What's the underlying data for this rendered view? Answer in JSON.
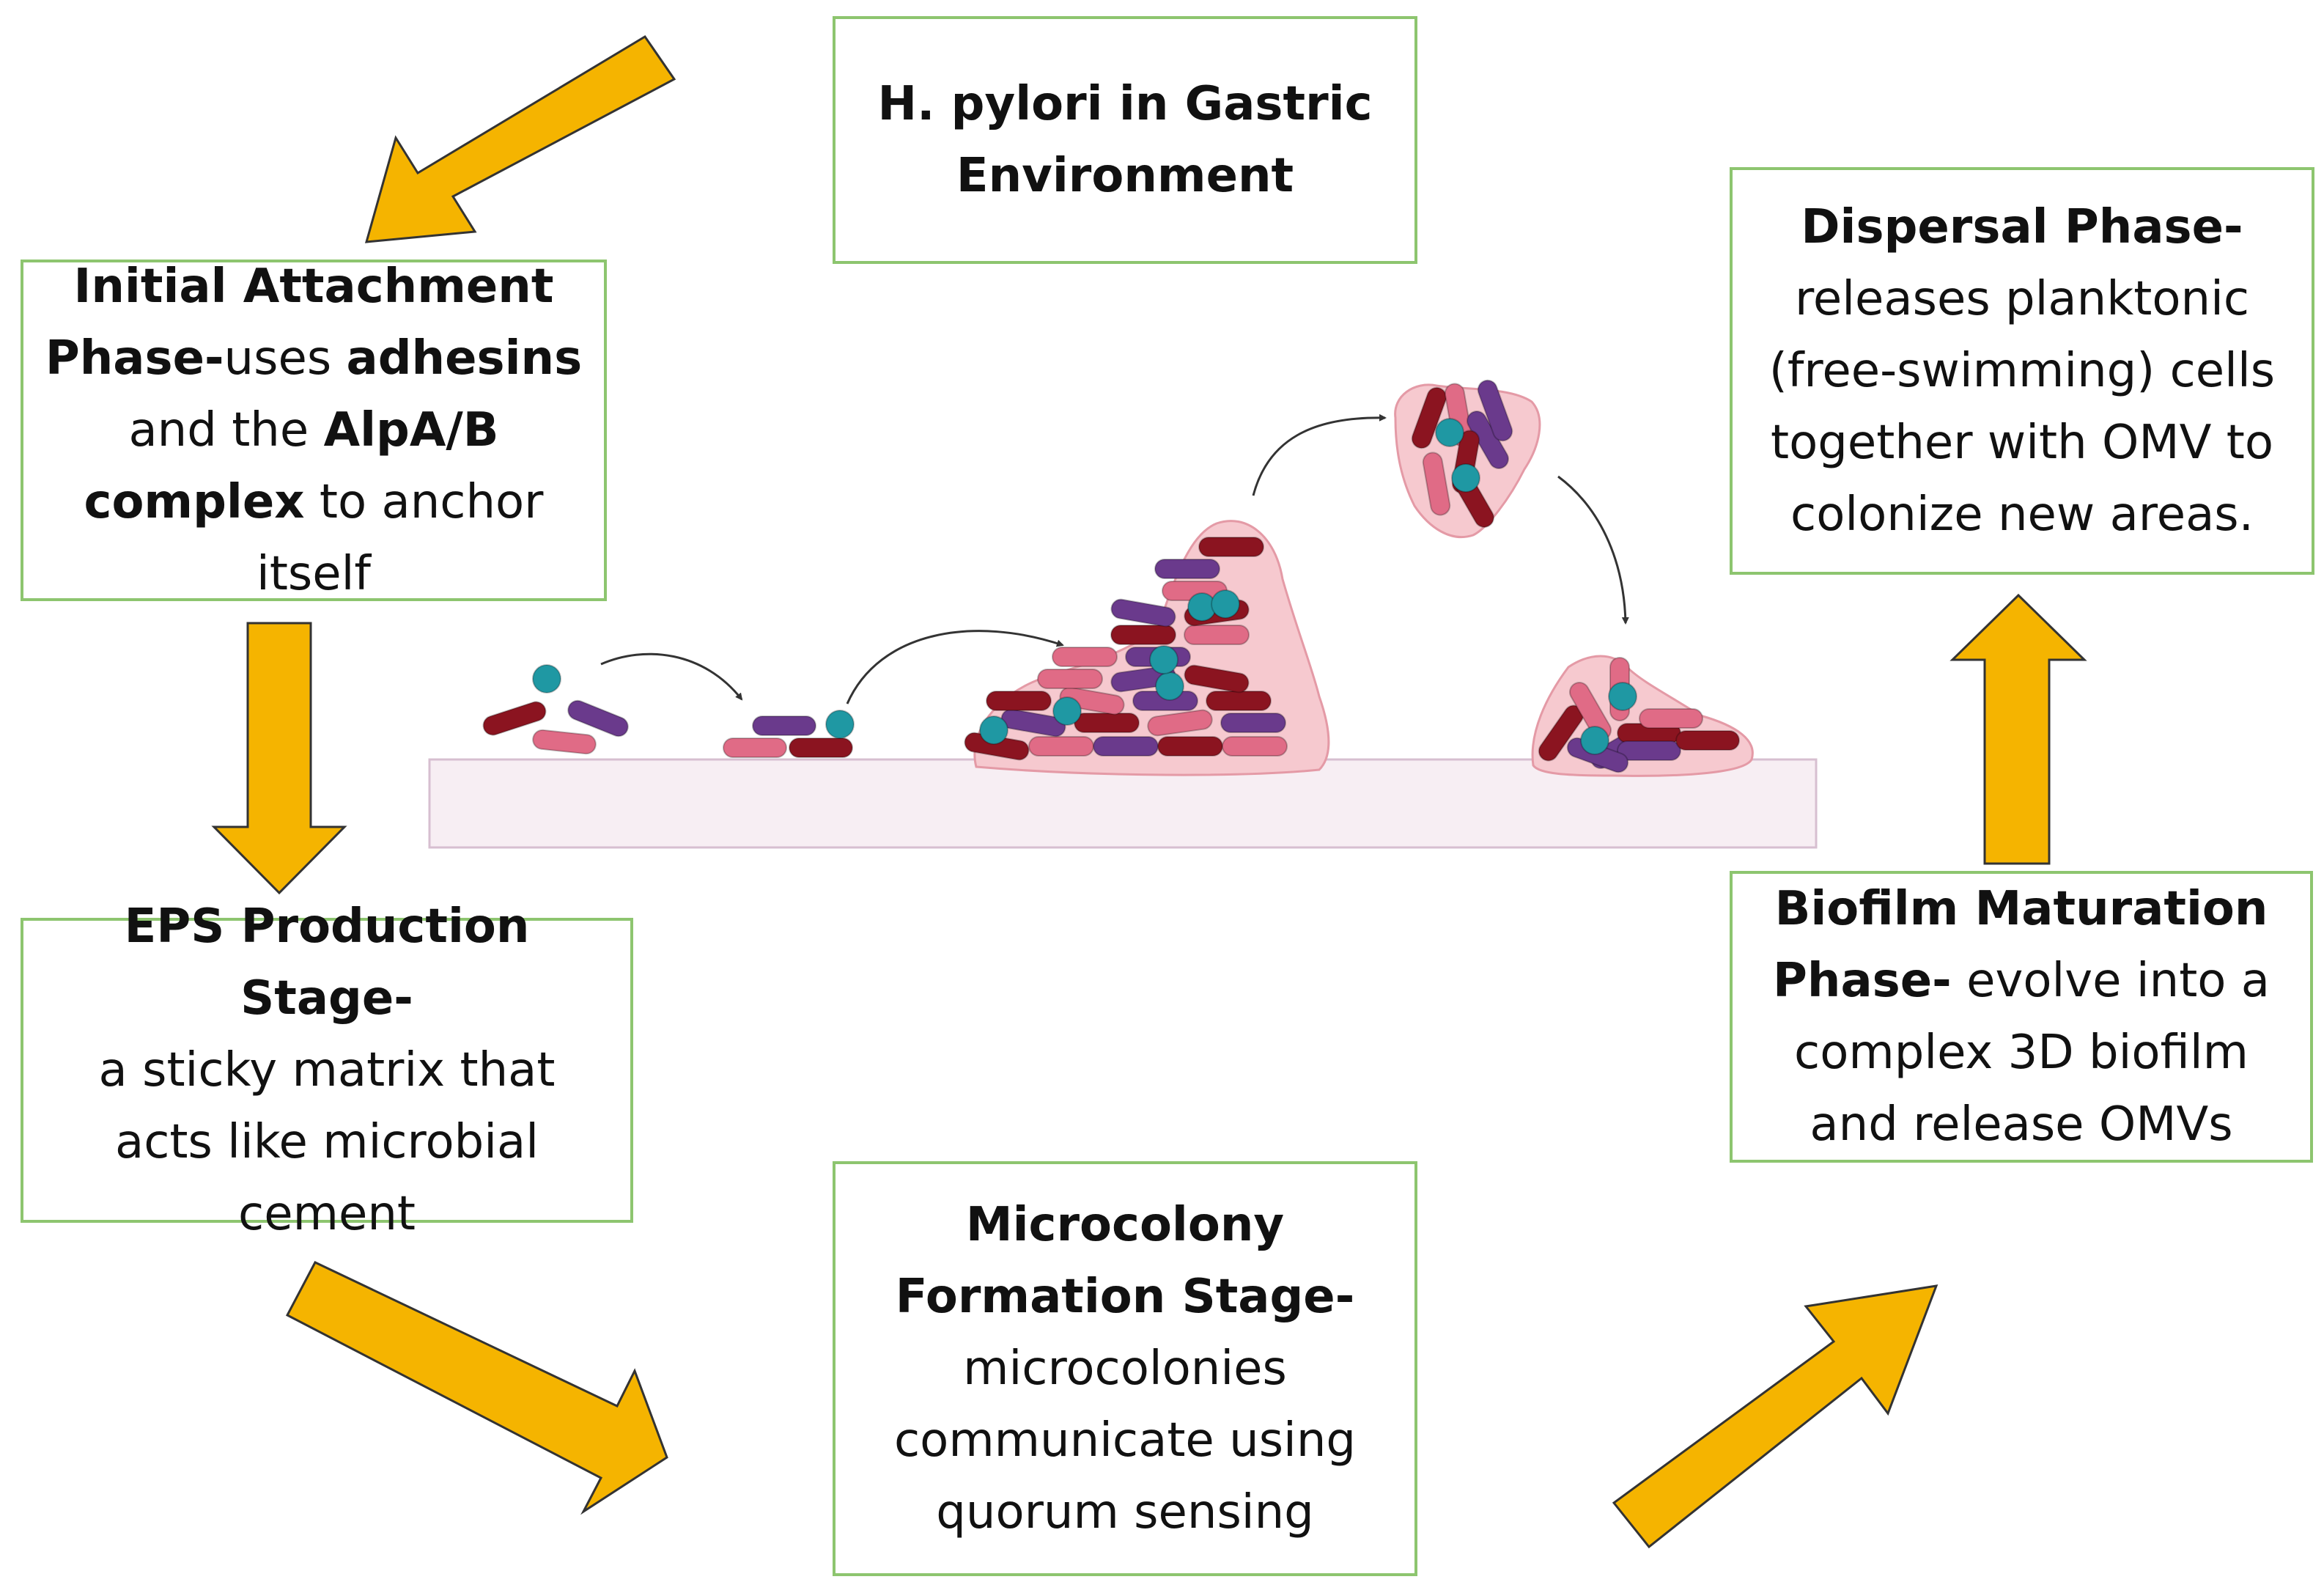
{
  "colors": {
    "arrow_fill": "#f5b400",
    "arrow_stroke": "#333333",
    "box_border": "#8dc56f",
    "surface": "#f7eef3",
    "surface_border": "#d7bfd0",
    "matrix": "#f6c9cf",
    "matrix_border": "#e49aa6",
    "cell_dark_red": "#8b1420",
    "cell_pink": "#e06b86",
    "cell_purple": "#6a3a8c",
    "omv_teal": "#1f98a3"
  },
  "boxes": {
    "start": {
      "line1": "H. pylori in Gastric",
      "line2": "Environment"
    },
    "attachment": {
      "title": "Initial Attachment",
      "title2": "Phase-",
      "uses": "uses ",
      "adhesins": "adhesins",
      "and_the": "and the ",
      "alpab": "AlpA/B",
      "complex": "complex",
      "to_anchor": " to anchor",
      "itself": "itself"
    },
    "eps": {
      "title": "EPS Production Stage-",
      "line2": "a sticky matrix that",
      "line3": "acts like microbial",
      "line4": "cement"
    },
    "microcolony": {
      "title": "Microcolony",
      "title2": "Formation Stage-",
      "line3": "microcolonies",
      "line4": "communicate using",
      "line5": "quorum sensing"
    },
    "maturation": {
      "title": "Biofilm Maturation",
      "title2": "Phase-",
      "rest2": " evolve into a",
      "line3": "complex 3D biofilm",
      "line4": "and release OMVs"
    },
    "dispersal": {
      "title": "Dispersal Phase-",
      "line2": "releases planktonic",
      "line3": "(free-swimming) cells",
      "line4": "together with OMV to",
      "line5": "colonize new areas."
    }
  },
  "arrows": [
    {
      "name": "arrow-start-to-attachment"
    },
    {
      "name": "arrow-attachment-to-eps"
    },
    {
      "name": "arrow-eps-to-microcolony"
    },
    {
      "name": "arrow-microcolony-to-maturation"
    },
    {
      "name": "arrow-maturation-to-dispersal"
    }
  ],
  "illustration": {
    "icons": [
      "bacterial-cell-icon",
      "omv-vesicle-icon",
      "biofilm-matrix-icon",
      "surface-icon",
      "curved-arrow-icon"
    ]
  }
}
